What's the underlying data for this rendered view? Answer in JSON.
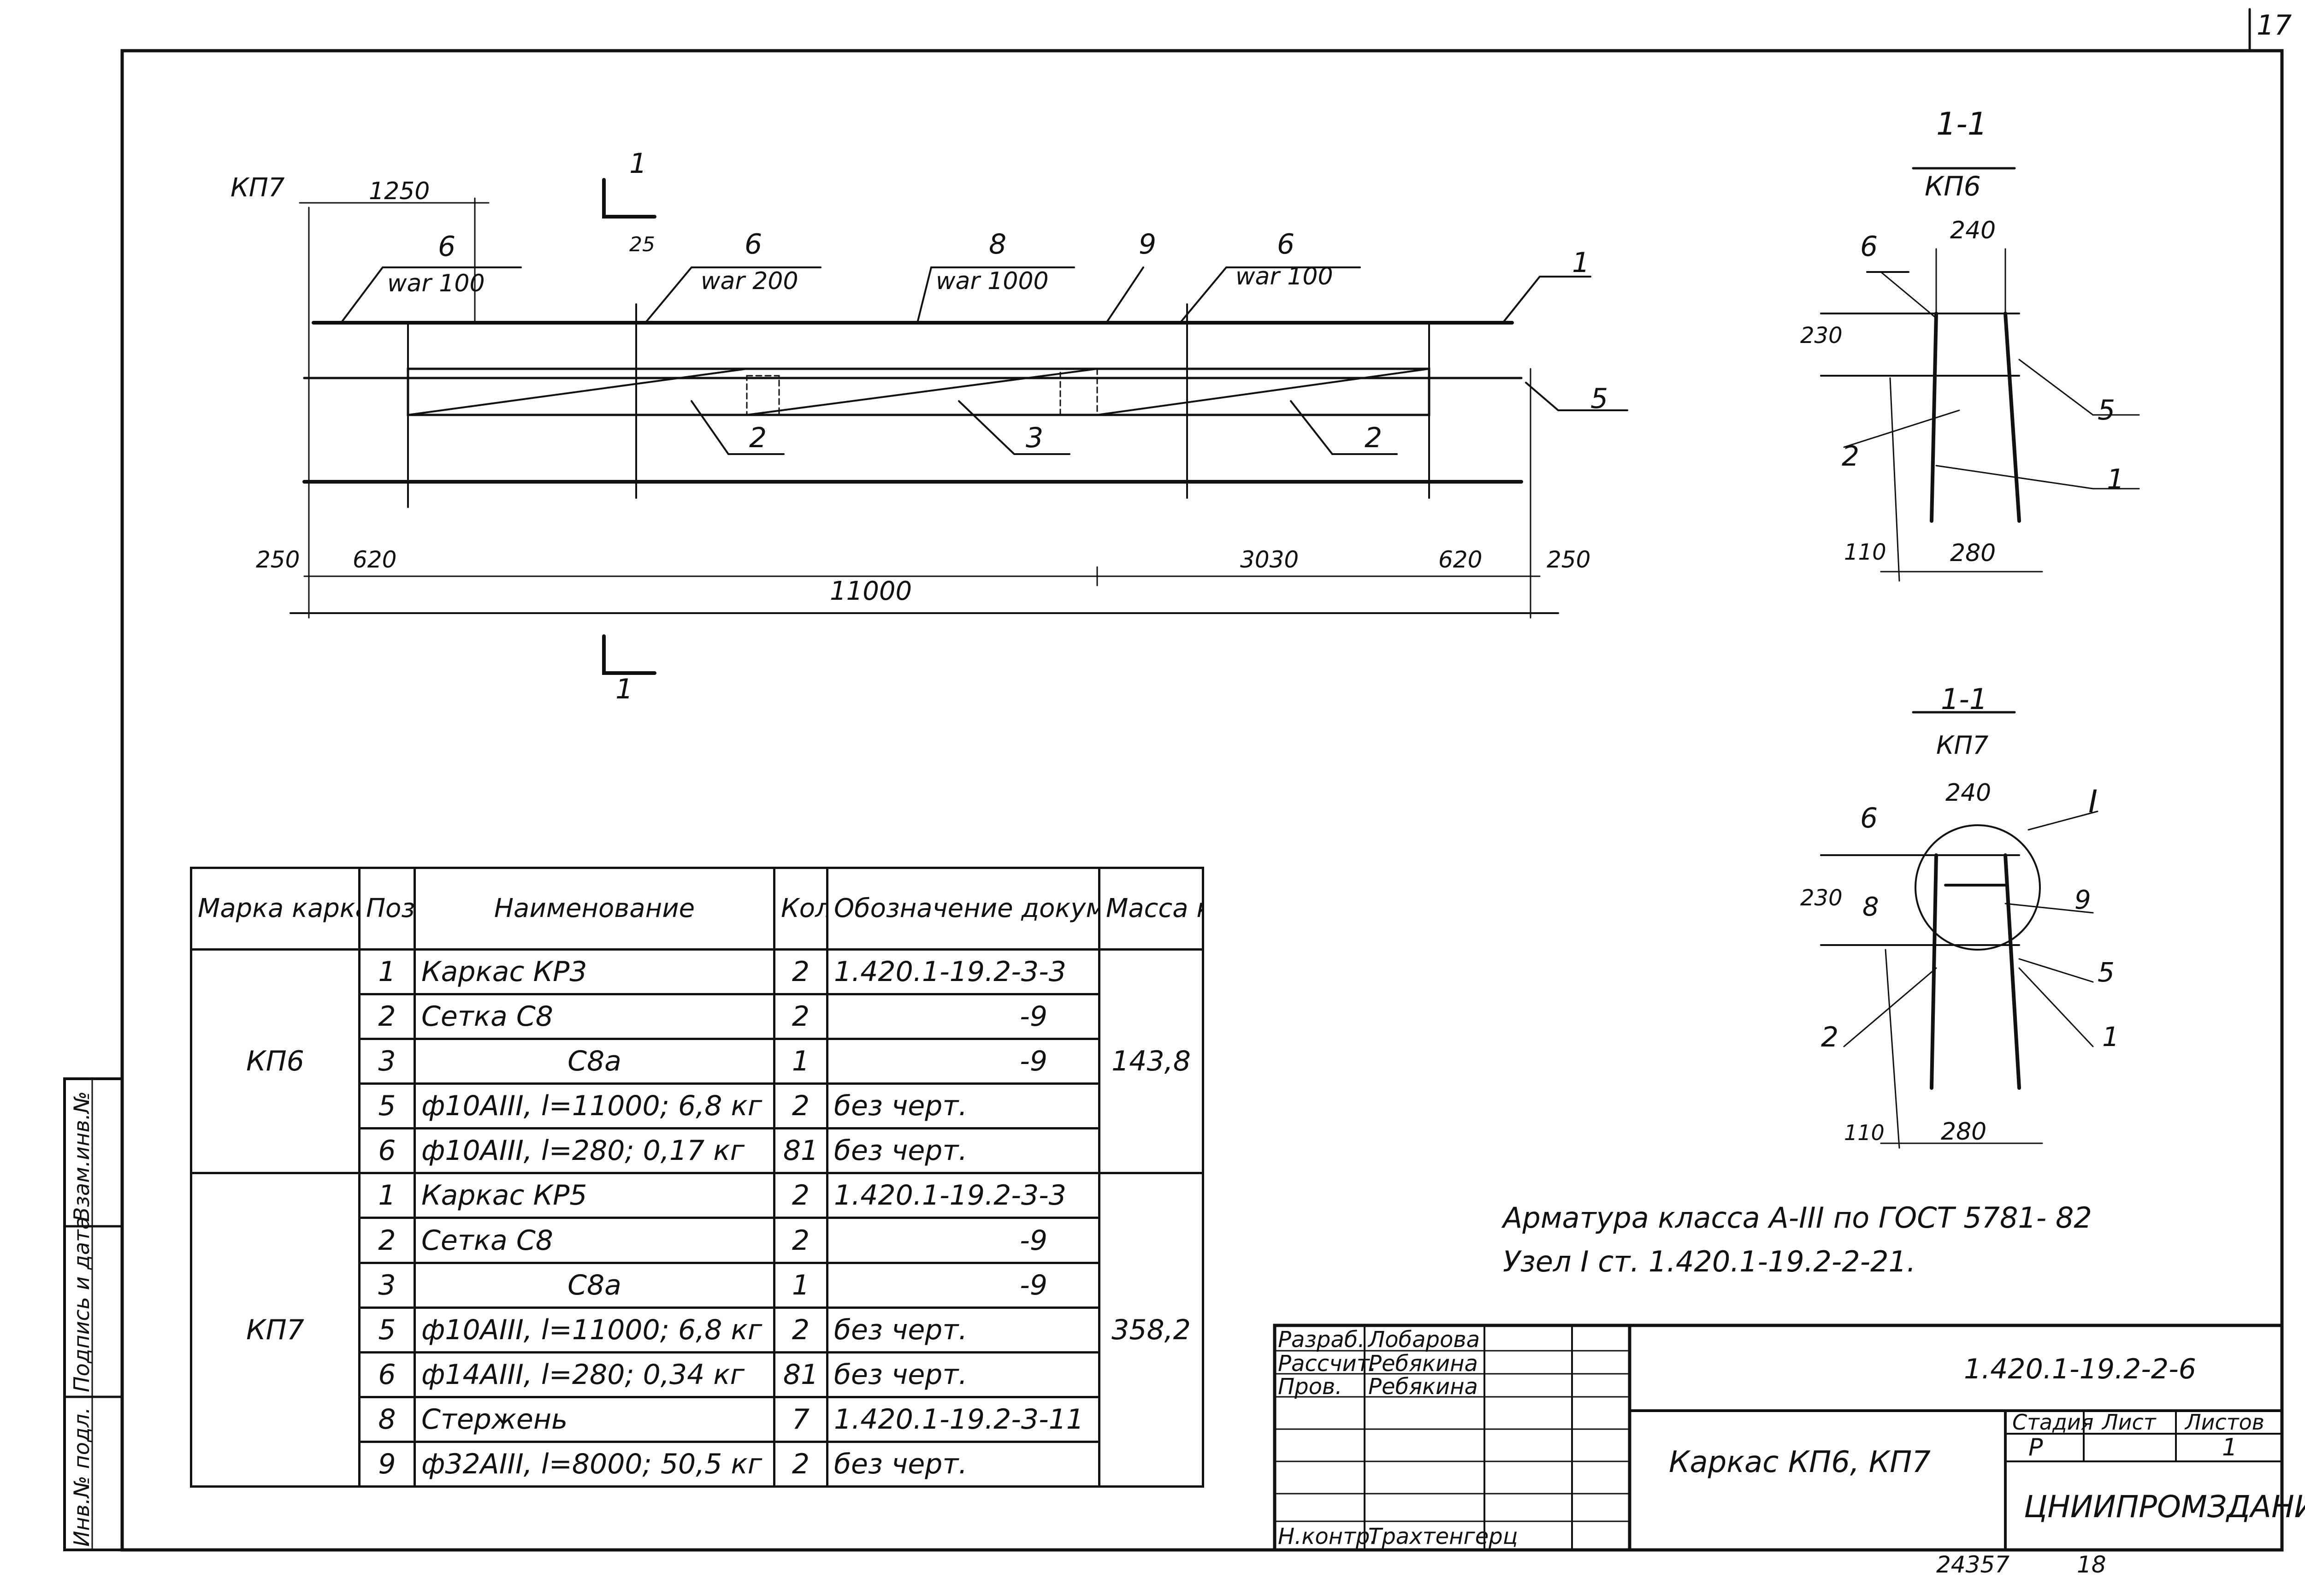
{
  "page_number": "17",
  "beam_drawing": {
    "left_mark": "КП7",
    "dims_top": [
      "1250",
      "25"
    ],
    "callouts": [
      {
        "pos": "6",
        "spacing": "war 100"
      },
      {
        "pos": "6",
        "spacing": "war 200"
      },
      {
        "pos": "8",
        "spacing": "war 1000"
      },
      {
        "pos": "9",
        "spacing": ""
      },
      {
        "pos": "6",
        "spacing": "war 100"
      },
      {
        "pos": "1",
        "spacing": ""
      }
    ],
    "pos_labels": [
      "2",
      "3",
      "2",
      "5"
    ],
    "dims_bottom": [
      "250",
      "620",
      "3030",
      "620",
      "250"
    ],
    "overall": "11000",
    "section_mark": "1"
  },
  "section_kp6": {
    "title": "1-1",
    "subtitle": "КП6",
    "labels": [
      "6",
      "240",
      "230",
      "5",
      "2",
      "1",
      "110",
      "280"
    ]
  },
  "section_kp7": {
    "title": "1-1",
    "subtitle": "КП7",
    "labels": [
      "6",
      "240",
      "I",
      "230",
      "8",
      "9",
      "5",
      "2",
      "1",
      "110",
      "280"
    ]
  },
  "notes": [
    "Арматура  класса  А-III  по  ГОСТ 5781- 82",
    "Узел I  ст.   1.420.1-19.2-2-21."
  ],
  "spec_table": {
    "headers": [
      "Марка каркаса",
      "Поз.",
      "Наименование",
      "Кол.",
      "Обозначение документа",
      "Масса каркаса, кг"
    ],
    "groups": [
      {
        "mark": "КП6",
        "mass": "143,8",
        "rows": [
          {
            "pos": "1",
            "name": "Каркас      КР3",
            "qty": "2",
            "doc": "1.420.1-19.2-3-3"
          },
          {
            "pos": "2",
            "name": "Сетка        С8",
            "qty": "2",
            "doc": "-9"
          },
          {
            "pos": "3",
            "name": "С8а",
            "qty": "1",
            "doc": "-9"
          },
          {
            "pos": "5",
            "name": "ф10АIII, l=11000; 6,8 кг",
            "qty": "2",
            "doc": "без  черт."
          },
          {
            "pos": "6",
            "name": "ф10АIII, l=280; 0,17 кг",
            "qty": "81",
            "doc": "без  черт."
          }
        ]
      },
      {
        "mark": "КП7",
        "mass": "358,2",
        "rows": [
          {
            "pos": "1",
            "name": "Каркас      КР5",
            "qty": "2",
            "doc": "1.420.1-19.2-3-3"
          },
          {
            "pos": "2",
            "name": "Сетка        С8",
            "qty": "2",
            "doc": "-9"
          },
          {
            "pos": "3",
            "name": "С8а",
            "qty": "1",
            "doc": "-9"
          },
          {
            "pos": "5",
            "name": "ф10АIII, l=11000; 6,8 кг",
            "qty": "2",
            "doc": "без  черт."
          },
          {
            "pos": "6",
            "name": "ф14АIII, l=280; 0,34 кг",
            "qty": "81",
            "doc": "без  черт."
          },
          {
            "pos": "8",
            "name": "Стержень",
            "qty": "7",
            "doc": "1.420.1-19.2-3-11"
          },
          {
            "pos": "9",
            "name": "ф32АIII, l=8000; 50,5 кг",
            "qty": "2",
            "doc": "без  черт."
          }
        ]
      }
    ]
  },
  "title_block": {
    "staff": [
      {
        "role": "Разраб.",
        "name": "Лобарова"
      },
      {
        "role": "Рассчит.",
        "name": "Ребякина"
      },
      {
        "role": "Пров.",
        "name": "Ребякина"
      },
      {
        "role": "Н.контр.",
        "name": "Трахтенгерц"
      }
    ],
    "designation": "1.420.1-19.2-2-6",
    "title": "Каркас   КП6,   КП7",
    "stage_label": "Стадия",
    "stage": "Р",
    "sheet_label": "Лист",
    "sheets_label": "Листов",
    "sheets": "1",
    "org": "ЦНИИПРОМЗДАНИЙ"
  },
  "side_stamp": [
    "Инв.№ подл.",
    "Подпись и дата",
    "Взам.инв.№"
  ],
  "footer": {
    "archive": "24357",
    "page": "18"
  }
}
